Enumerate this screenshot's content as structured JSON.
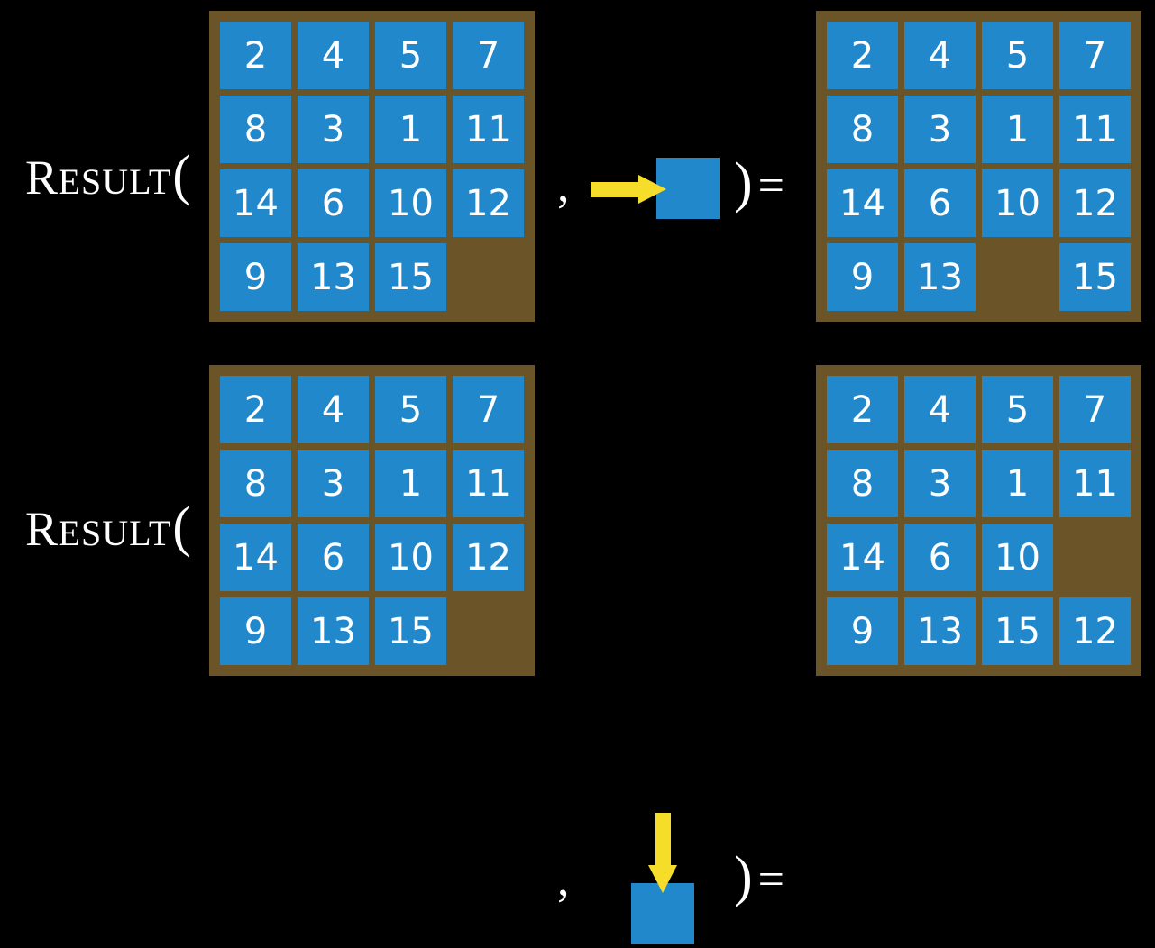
{
  "background_color": "#000000",
  "colors": {
    "board_frame": "#6b5528",
    "tile": "#2288cc",
    "tile_text": "#ffffff",
    "arrow": "#f5dd2a",
    "text": "#ffffff"
  },
  "rows": [
    {
      "label": {
        "cap": "R",
        "small": "ESULT",
        "paren": "("
      },
      "comma": ",",
      "close": ")",
      "equals": "=",
      "move": {
        "arrow_icon": "arrow-right-icon",
        "direction": "right",
        "tile_label": ""
      },
      "input_grid": {
        "rows": [
          [
            "2",
            "4",
            "5",
            "7"
          ],
          [
            "8",
            "3",
            "1",
            "11"
          ],
          [
            "14",
            "6",
            "10",
            "12"
          ],
          [
            "9",
            "13",
            "15",
            ""
          ]
        ]
      },
      "output_grid": {
        "rows": [
          [
            "2",
            "4",
            "5",
            "7"
          ],
          [
            "8",
            "3",
            "1",
            "11"
          ],
          [
            "14",
            "6",
            "10",
            "12"
          ],
          [
            "9",
            "13",
            "",
            "15"
          ]
        ]
      }
    },
    {
      "label": {
        "cap": "R",
        "small": "ESULT",
        "paren": "("
      },
      "comma": ",",
      "close": ")",
      "equals": "=",
      "move": {
        "arrow_icon": "arrow-down-icon",
        "direction": "down",
        "tile_label": ""
      },
      "input_grid": {
        "rows": [
          [
            "2",
            "4",
            "5",
            "7"
          ],
          [
            "8",
            "3",
            "1",
            "11"
          ],
          [
            "14",
            "6",
            "10",
            "12"
          ],
          [
            "9",
            "13",
            "15",
            ""
          ]
        ]
      },
      "output_grid": {
        "rows": [
          [
            "2",
            "4",
            "5",
            "7"
          ],
          [
            "8",
            "3",
            "1",
            "11"
          ],
          [
            "14",
            "6",
            "10",
            ""
          ],
          [
            "9",
            "13",
            "15",
            "12"
          ]
        ]
      }
    }
  ]
}
